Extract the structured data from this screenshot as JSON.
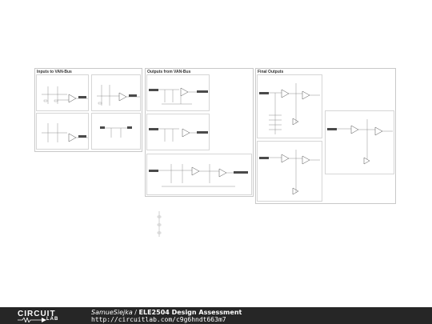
{
  "groups": {
    "inputs": {
      "title": "Inputs to VAN-Bus"
    },
    "outputs": {
      "title": "Outputs from VAN-Bus"
    },
    "final": {
      "title": "Final Outputs"
    }
  },
  "footer": {
    "logo_text_top": "CIRCUIT",
    "logo_text_bottom": "LAB",
    "author": "SamueSiejka",
    "separator": " / ",
    "project": "ELE2504 Design Assessment",
    "url": "http://circuitlab.com/c9g6hndt663m7"
  }
}
